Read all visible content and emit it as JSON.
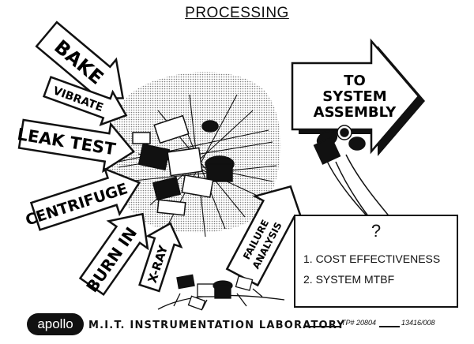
{
  "title": "PROCESSING",
  "process_arrows": [
    {
      "label": "BAKE"
    },
    {
      "label": "VIBRATE"
    },
    {
      "label": "LEAK TEST"
    },
    {
      "label": "CENTRIFUGE"
    },
    {
      "label": "BURN IN"
    },
    {
      "label": "X-RAY"
    },
    {
      "label": "FAILURE ANALYSIS",
      "line1": "FAILURE",
      "line2": "ANALYSIS"
    }
  ],
  "system_assembly": {
    "line1": "TO",
    "line2": "SYSTEM",
    "line3": "ASSEMBLY"
  },
  "question_box": {
    "mark": "?",
    "items": [
      "1. COST EFFECTIVENESS",
      "2. SYSTEM MTBF"
    ]
  },
  "footer": {
    "logo": "apollo",
    "lab": "M.I.T. INSTRUMENTATION LABORATORY",
    "ref1": "TP# 20804",
    "ref2": "13416/008"
  }
}
